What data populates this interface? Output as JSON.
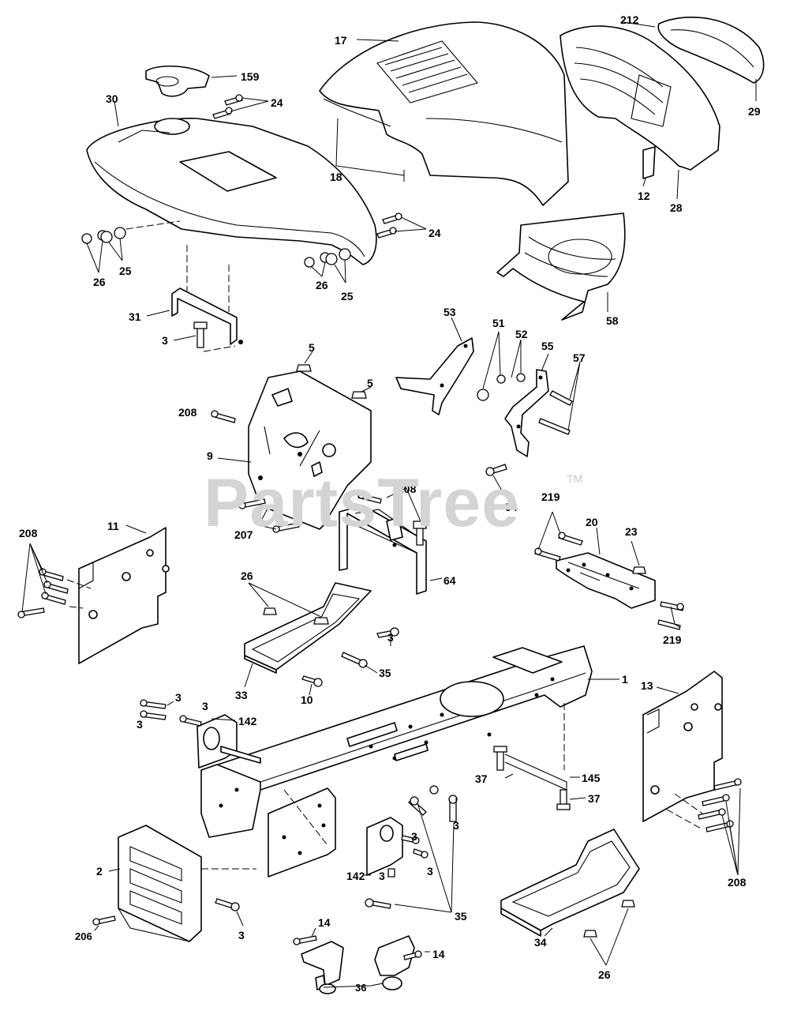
{
  "watermark": {
    "text": "PartsTree",
    "trademark": "TM"
  },
  "callouts": {
    "c17": "17",
    "c212": "212",
    "c29": "29",
    "c12": "12",
    "c28": "28",
    "c18": "18",
    "c159": "159",
    "c30": "30",
    "c24a": "24",
    "c24b": "24",
    "c25a": "25",
    "c26a": "26",
    "c25b": "25",
    "c26b": "26",
    "c31": "31",
    "c3a": "3",
    "c58": "58",
    "c53": "53",
    "c51": "51",
    "c52": "52",
    "c55": "55",
    "c57": "57",
    "c54": "54",
    "c5a": "5",
    "c5b": "5",
    "c208a": "208",
    "c9": "9",
    "c207": "207",
    "c208b": "208",
    "c64": "64",
    "c208c": "208",
    "c11": "11",
    "c219a": "219",
    "c20": "20",
    "c23": "23",
    "c219b": "219",
    "c26c": "26",
    "c3b": "3",
    "c35a": "35",
    "c33": "33",
    "c10": "10",
    "c1": "1",
    "c13": "13",
    "c3c": "3",
    "c3d": "3",
    "c3e": "3",
    "c142a": "142",
    "c37a": "37",
    "c145": "145",
    "c37b": "37",
    "c3f": "3",
    "c3g": "3",
    "c3h": "3",
    "c142b": "142",
    "c3i": "3",
    "c2": "2",
    "c208d": "208",
    "c3j": "3",
    "c35b": "35",
    "c206": "206",
    "c14a": "14",
    "c14b": "14",
    "c36": "36",
    "c34": "34",
    "c26d": "26"
  }
}
